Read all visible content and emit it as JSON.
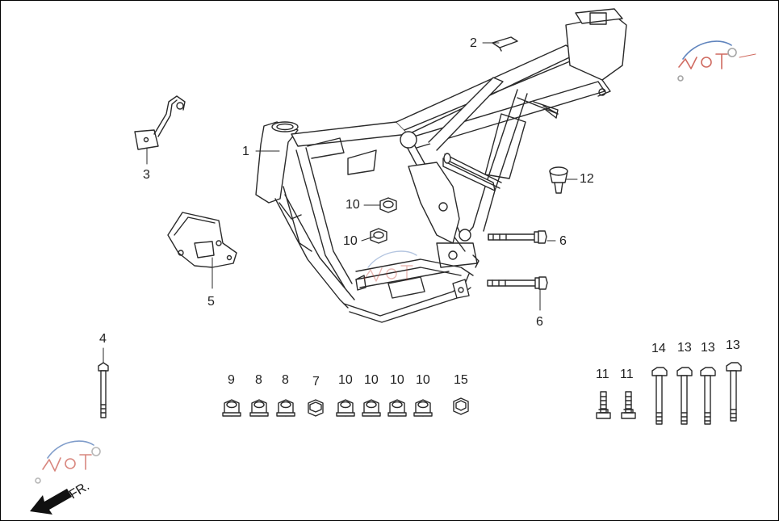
{
  "callouts": {
    "c1": "1",
    "c2": "2",
    "c3": "3",
    "c4": "4",
    "c5": "5",
    "c6a": "6",
    "c6b": "6",
    "c7": "7",
    "c8a": "8",
    "c8b": "8",
    "c9": "9",
    "c10a": "10",
    "c10b": "10",
    "c10c": "10",
    "c10d": "10",
    "c10e": "10",
    "c10f": "10",
    "c11a": "11",
    "c11b": "11",
    "c12": "12",
    "c13a": "13",
    "c13b": "13",
    "c13c": "13",
    "c14": "14",
    "c15": "15"
  },
  "direction_label": "FR.",
  "colors": {
    "line": "#2a2a2a",
    "fill": "#ffffff",
    "shade": "#e6e6e6",
    "arrow": "#111111",
    "logo_red": "#c0392b",
    "logo_blue": "#2b5ca8"
  },
  "icons": [
    "front-direction-arrow-icon",
    "moto-watermark-logo"
  ]
}
